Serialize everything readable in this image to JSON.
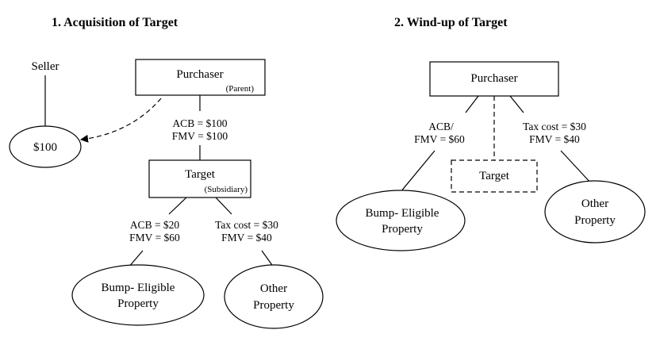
{
  "panel1": {
    "title": "1.  Acquisition of Target",
    "seller": "Seller",
    "seller_amount": "$100",
    "purchaser": "Purchaser",
    "purchaser_sub": "(Parent)",
    "target_link_acb": "ACB =  $100",
    "target_link_fmv": "FMV =  $100",
    "target": "Target",
    "target_sub": "(Subsidiary)",
    "bump_acb": "ACB =  $20",
    "bump_fmv": "FMV =  $60",
    "other_tax": "Tax cost =  $30",
    "other_fmv": "FMV =  $40",
    "bump_line1": "Bump- Eligible",
    "bump_line2": "Property",
    "other_line1": "Other",
    "other_line2": "Property"
  },
  "panel2": {
    "title": "2. Wind-up of Target",
    "purchaser": "Purchaser",
    "bump_acb": "ACB/",
    "bump_fmv": "FMV =  $60",
    "other_tax": "Tax cost =  $30",
    "other_fmv": "FMV =  $40",
    "target": "Target",
    "bump_line1": "Bump- Eligible",
    "bump_line2": "Property",
    "other_line1": "Other",
    "other_line2": "Property"
  }
}
